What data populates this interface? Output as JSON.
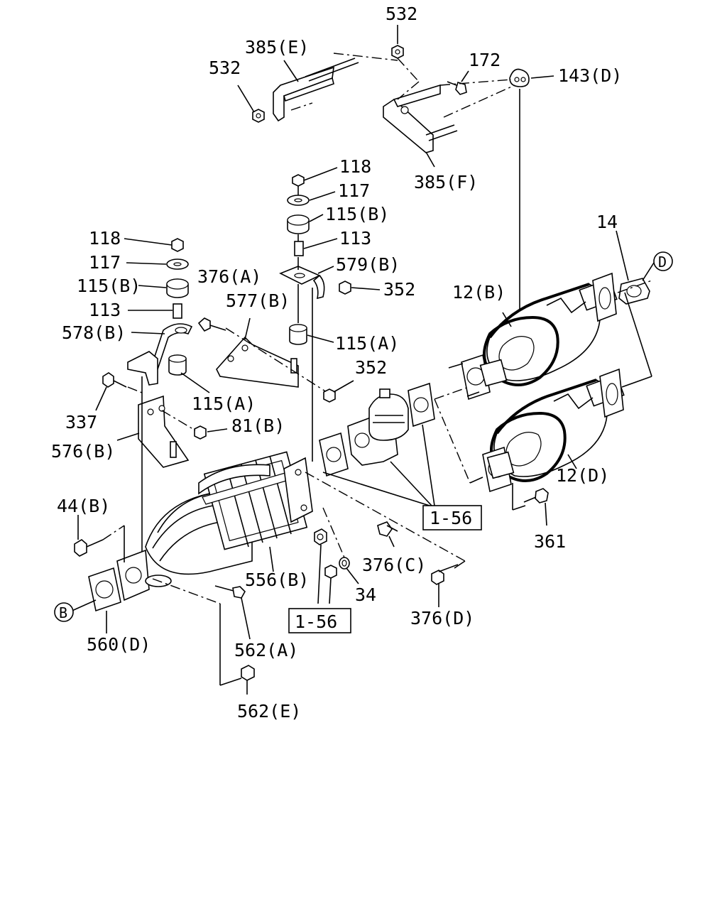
{
  "labels": {
    "p532_top": "532",
    "p385E": "385(E)",
    "p532_left": "532",
    "p172": "172",
    "p143D": "143(D)",
    "p385F": "385(F)",
    "p118_c": "118",
    "p117_c": "117",
    "p115B_c": "115(B)",
    "p113_c": "113",
    "p579B": "579(B)",
    "p352_a": "352",
    "p118_l": "118",
    "p117_l": "117",
    "p115B_l": "115(B)",
    "p113_l": "113",
    "p376A": "376(A)",
    "p577B": "577(B)",
    "p115A_c": "115(A)",
    "p578B": "578(B)",
    "p352_b": "352",
    "p115A_l": "115(A)",
    "p337": "337",
    "p81B": "81(B)",
    "p576B": "576(B)",
    "p14": "14",
    "p12B": "12(B)",
    "p12D": "12(D)",
    "p361": "361",
    "ref_1_56_a": "1-56",
    "ref_1_56_b": "1-56",
    "p44B": "44(B)",
    "p556B": "556(B)",
    "p376C": "376(C)",
    "p34": "34",
    "p376D": "376(D)",
    "p560D": "560(D)",
    "p562A": "562(A)",
    "p562E": "562(E)",
    "conn_B": "B",
    "conn_D": "D"
  }
}
